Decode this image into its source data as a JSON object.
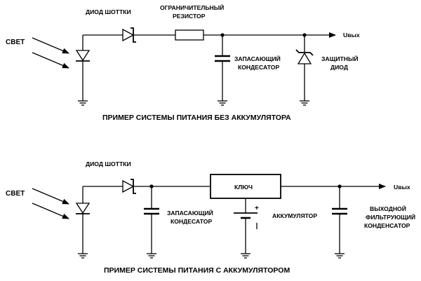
{
  "top": {
    "light": "СВЕТ",
    "schottky": "ДИОД ШОТТКИ",
    "resistor_line1": "ОГРАНИЧИТЕЛЬНЫЙ",
    "resistor_line2": "РЕЗИСТОР",
    "cap_line1": "ЗАПАСАЮЩИЙ",
    "cap_line2": "КОНДЕСАТОР",
    "protect_line1": "ЗАЩИТНЫЙ",
    "protect_line2": "ДИОД",
    "out": "Uвых",
    "caption": "ПРИМЕР СИСТЕМЫ ПИТАНИЯ БЕЗ АККУМУЛЯТОРА"
  },
  "bottom": {
    "light": "СВЕТ",
    "schottky": "ДИОД ШОТТКИ",
    "switch": "КЛЮЧ",
    "cap_line1": "ЗАПАСАЮЩИЙ",
    "cap_line2": "КОНДЕСАТОР",
    "battery": "АККУМУЛЯТОР",
    "plus": "+",
    "filter_line1": "ВЫХОДНОЙ",
    "filter_line2": "ФИЛЬТРУЮЩИЙ",
    "filter_line3": "КОНДЕНСАТОР",
    "out": "Uвых",
    "caption": "ПРИМЕР СИСТЕМЫ ПИТАНИЯ С АККУМУЛЯТОРОМ"
  }
}
